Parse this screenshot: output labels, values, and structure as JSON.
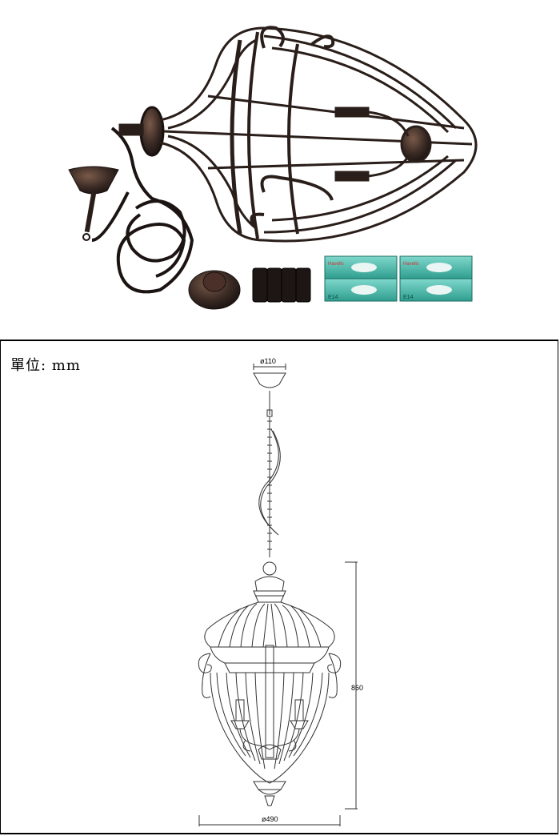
{
  "photo": {
    "bulb_box_brand": "Havells",
    "bulb_box_code": "E14"
  },
  "drawing": {
    "unit_label": "單位: mm",
    "dim_top_diameter": "ø110",
    "dim_height": "860",
    "dim_bottom_diameter": "ø490"
  }
}
